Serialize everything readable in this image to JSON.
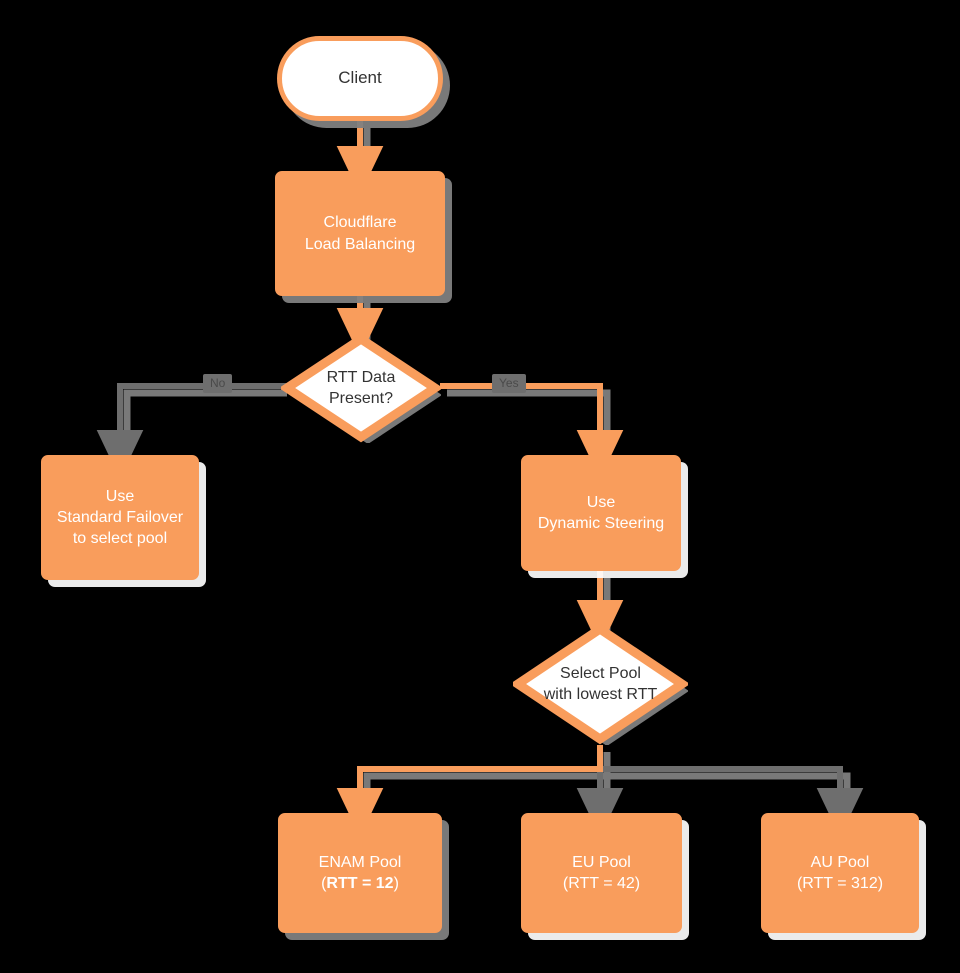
{
  "diagram": {
    "title": "Cloudflare Load Balancing RTT Steering Flowchart",
    "type": "flowchart",
    "direction": "top-down",
    "background_color": "#000000",
    "accent_color": "#F99D5C",
    "highlight_path_color": "#F99D5C",
    "inactive_path_color": "#6E6E6E",
    "shadow_gray": "#808080",
    "shadow_white": "#FFFFFF"
  },
  "nodes": {
    "client": {
      "label": "Client",
      "shape": "stadium"
    },
    "load_balancing": {
      "line1": "Cloudflare",
      "line2": "Load Balancing",
      "shape": "box"
    },
    "rtt_decision": {
      "line1": "RTT Data",
      "line2": "Present?",
      "shape": "diamond"
    },
    "standard_failover": {
      "line1": "Use",
      "line2": "Standard Failover",
      "line3": "to select pool",
      "shape": "box"
    },
    "dynamic_steering": {
      "line1": "Use",
      "line2": "Dynamic Steering",
      "shape": "box"
    },
    "select_pool": {
      "line1": "Select Pool",
      "line2": "with lowest RTT",
      "shape": "diamond"
    },
    "enam_pool": {
      "name": "ENAM Pool",
      "rtt_open": "(",
      "rtt_value": "RTT = 12",
      "rtt_close": ")",
      "shape": "box",
      "selected": true
    },
    "eu_pool": {
      "name": "EU Pool",
      "rtt_open": "(",
      "rtt_value": "RTT = 42",
      "rtt_close": ")",
      "shape": "box",
      "selected": false
    },
    "au_pool": {
      "name": "AU Pool",
      "rtt_open": "(",
      "rtt_value": "RTT = 312",
      "rtt_close": ")",
      "shape": "box",
      "selected": false
    }
  },
  "edges": [
    {
      "id": "client-to-lb",
      "from": "client",
      "to": "load_balancing",
      "label": "",
      "active": true
    },
    {
      "id": "lb-to-decision",
      "from": "load_balancing",
      "to": "rtt_decision",
      "label": "",
      "active": true
    },
    {
      "id": "decision-no",
      "from": "rtt_decision",
      "to": "standard_failover",
      "label": "No",
      "active": false
    },
    {
      "id": "decision-yes",
      "from": "rtt_decision",
      "to": "dynamic_steering",
      "label": "Yes",
      "active": true
    },
    {
      "id": "steering-to-select",
      "from": "dynamic_steering",
      "to": "select_pool",
      "label": "",
      "active": true
    },
    {
      "id": "select-to-enam",
      "from": "select_pool",
      "to": "enam_pool",
      "label": "",
      "active": true
    },
    {
      "id": "select-to-eu",
      "from": "select_pool",
      "to": "eu_pool",
      "label": "",
      "active": false
    },
    {
      "id": "select-to-au",
      "from": "select_pool",
      "to": "au_pool",
      "label": "",
      "active": false
    }
  ],
  "edge_labels": {
    "no": "No",
    "yes": "Yes"
  }
}
